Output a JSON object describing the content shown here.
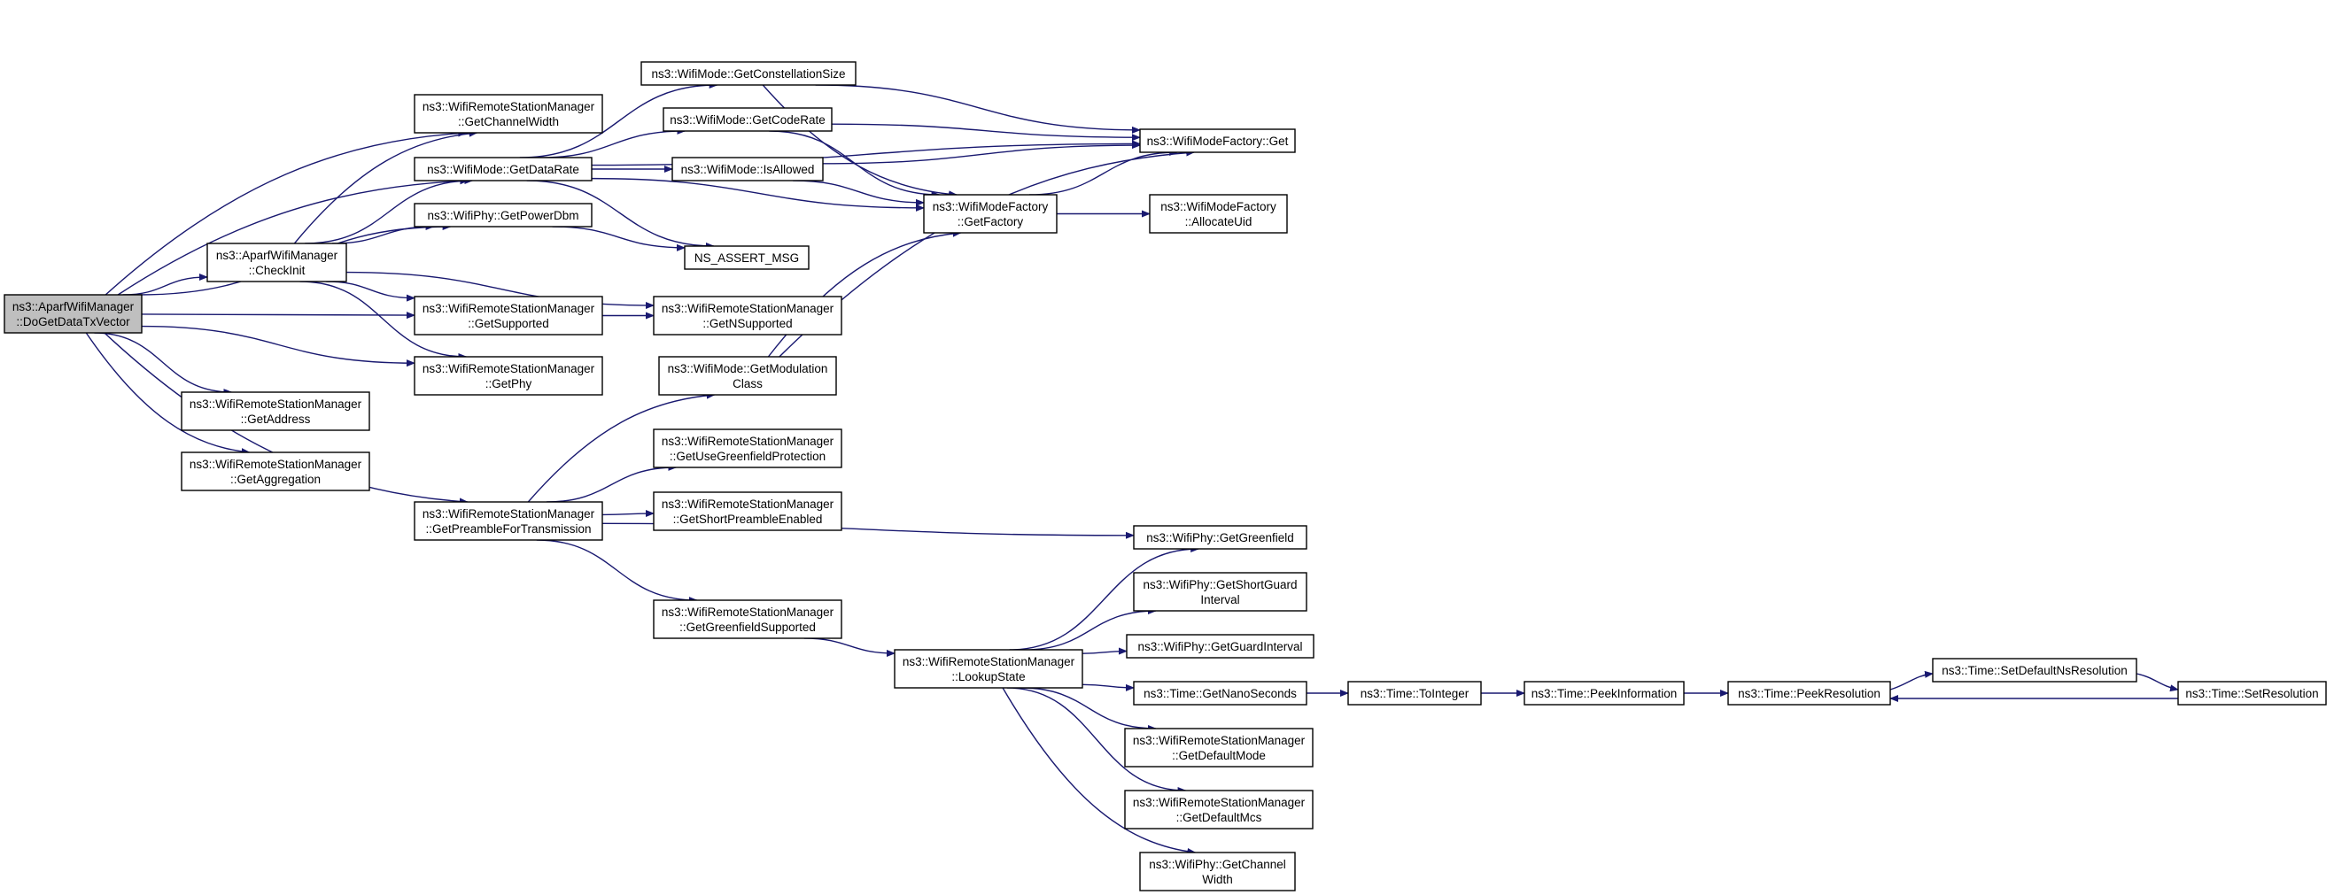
{
  "graph": {
    "colors": {
      "edge": "#191970",
      "node_border": "#000000",
      "root_fill": "#bfbfbf",
      "node_fill": "#ffffff"
    },
    "nodes": [
      {
        "id": "root",
        "lines": [
          "ns3::AparfWifiManager",
          "::DoGetDataTxVector"
        ],
        "root": true
      },
      {
        "id": "checkinit",
        "lines": [
          "ns3::AparfWifiManager",
          "::CheckInit"
        ]
      },
      {
        "id": "getaddress",
        "lines": [
          "ns3::WifiRemoteStationManager",
          "::GetAddress"
        ]
      },
      {
        "id": "getaggregation",
        "lines": [
          "ns3::WifiRemoteStationManager",
          "::GetAggregation"
        ]
      },
      {
        "id": "getchannelwidth",
        "lines": [
          "ns3::WifiRemoteStationManager",
          "::GetChannelWidth"
        ]
      },
      {
        "id": "getdatarate",
        "lines": [
          "ns3::WifiMode::GetDataRate"
        ]
      },
      {
        "id": "getpowerdbm",
        "lines": [
          "ns3::WifiPhy::GetPowerDbm"
        ]
      },
      {
        "id": "getsupported",
        "lines": [
          "ns3::WifiRemoteStationManager",
          "::GetSupported"
        ]
      },
      {
        "id": "getphy",
        "lines": [
          "ns3::WifiRemoteStationManager",
          "::GetPhy"
        ]
      },
      {
        "id": "getpreamble",
        "lines": [
          "ns3::WifiRemoteStationManager",
          "::GetPreambleForTransmission"
        ]
      },
      {
        "id": "getconstellation",
        "lines": [
          "ns3::WifiMode::GetConstellationSize"
        ]
      },
      {
        "id": "getcoderate",
        "lines": [
          "ns3::WifiMode::GetCodeRate"
        ]
      },
      {
        "id": "isallowed",
        "lines": [
          "ns3::WifiMode::IsAllowed"
        ]
      },
      {
        "id": "nsassert",
        "lines": [
          "NS_ASSERT_MSG"
        ]
      },
      {
        "id": "getnsupported",
        "lines": [
          "ns3::WifiRemoteStationManager",
          "::GetNSupported"
        ]
      },
      {
        "id": "getmodulation",
        "lines": [
          "ns3::WifiMode::GetModulation",
          "Class"
        ]
      },
      {
        "id": "getusegreenfield",
        "lines": [
          "ns3::WifiRemoteStationManager",
          "::GetUseGreenfieldProtection"
        ]
      },
      {
        "id": "getshortpreamble",
        "lines": [
          "ns3::WifiRemoteStationManager",
          "::GetShortPreambleEnabled"
        ]
      },
      {
        "id": "getgreenfieldsupported",
        "lines": [
          "ns3::WifiRemoteStationManager",
          "::GetGreenfieldSupported"
        ]
      },
      {
        "id": "factoryget",
        "lines": [
          "ns3::WifiModeFactory::Get"
        ]
      },
      {
        "id": "getfactory",
        "lines": [
          "ns3::WifiModeFactory",
          "::GetFactory"
        ]
      },
      {
        "id": "allocateuid",
        "lines": [
          "ns3::WifiModeFactory",
          "::AllocateUid"
        ]
      },
      {
        "id": "lookupstate",
        "lines": [
          "ns3::WifiRemoteStationManager",
          "::LookupState"
        ]
      },
      {
        "id": "phygreenfield",
        "lines": [
          "ns3::WifiPhy::GetGreenfield"
        ]
      },
      {
        "id": "physhortguard",
        "lines": [
          "ns3::WifiPhy::GetShortGuard",
          "Interval"
        ]
      },
      {
        "id": "phyguardinterval",
        "lines": [
          "ns3::WifiPhy::GetGuardInterval"
        ]
      },
      {
        "id": "getnanoseconds",
        "lines": [
          "ns3::Time::GetNanoSeconds"
        ]
      },
      {
        "id": "getdefaultmode",
        "lines": [
          "ns3::WifiRemoteStationManager",
          "::GetDefaultMode"
        ]
      },
      {
        "id": "getdefaultmcs",
        "lines": [
          "ns3::WifiRemoteStationManager",
          "::GetDefaultMcs"
        ]
      },
      {
        "id": "phychannelwidth",
        "lines": [
          "ns3::WifiPhy::GetChannel",
          "Width"
        ]
      },
      {
        "id": "tointeger",
        "lines": [
          "ns3::Time::ToInteger"
        ]
      },
      {
        "id": "peekinformation",
        "lines": [
          "ns3::Time::PeekInformation"
        ]
      },
      {
        "id": "peekresolution",
        "lines": [
          "ns3::Time::PeekResolution"
        ]
      },
      {
        "id": "setdefaultns",
        "lines": [
          "ns3::Time::SetDefaultNsResolution"
        ]
      },
      {
        "id": "setresolution",
        "lines": [
          "ns3::Time::SetResolution"
        ]
      }
    ],
    "edges": [
      [
        "root",
        "getchannelwidth"
      ],
      [
        "root",
        "getdatarate"
      ],
      [
        "root",
        "getpowerdbm"
      ],
      [
        "root",
        "checkinit"
      ],
      [
        "root",
        "getsupported"
      ],
      [
        "root",
        "getphy"
      ],
      [
        "root",
        "getaddress"
      ],
      [
        "root",
        "getaggregation"
      ],
      [
        "root",
        "getpreamble"
      ],
      [
        "checkinit",
        "getchannelwidth"
      ],
      [
        "checkinit",
        "getdatarate"
      ],
      [
        "checkinit",
        "getpowerdbm"
      ],
      [
        "checkinit",
        "getsupported"
      ],
      [
        "checkinit",
        "getnsupported"
      ],
      [
        "checkinit",
        "getphy"
      ],
      [
        "getdatarate",
        "getconstellation"
      ],
      [
        "getdatarate",
        "getcoderate"
      ],
      [
        "getdatarate",
        "isallowed"
      ],
      [
        "getdatarate",
        "factoryget"
      ],
      [
        "getdatarate",
        "getfactory"
      ],
      [
        "getdatarate",
        "nsassert"
      ],
      [
        "getpowerdbm",
        "nsassert"
      ],
      [
        "getsupported",
        "getnsupported"
      ],
      [
        "getconstellation",
        "factoryget"
      ],
      [
        "getconstellation",
        "getfactory"
      ],
      [
        "getcoderate",
        "factoryget"
      ],
      [
        "getcoderate",
        "getfactory"
      ],
      [
        "isallowed",
        "factoryget"
      ],
      [
        "isallowed",
        "getfactory"
      ],
      [
        "getfactory",
        "factoryget"
      ],
      [
        "getfactory",
        "allocateuid"
      ],
      [
        "getmodulation",
        "getfactory"
      ],
      [
        "getmodulation",
        "factoryget"
      ],
      [
        "getpreamble",
        "getmodulation"
      ],
      [
        "getpreamble",
        "getusegreenfield"
      ],
      [
        "getpreamble",
        "getshortpreamble"
      ],
      [
        "getpreamble",
        "phygreenfield"
      ],
      [
        "getpreamble",
        "getgreenfieldsupported"
      ],
      [
        "getgreenfieldsupported",
        "lookupstate"
      ],
      [
        "lookupstate",
        "phygreenfield"
      ],
      [
        "lookupstate",
        "physhortguard"
      ],
      [
        "lookupstate",
        "phyguardinterval"
      ],
      [
        "lookupstate",
        "getnanoseconds"
      ],
      [
        "lookupstate",
        "getdefaultmode"
      ],
      [
        "lookupstate",
        "getdefaultmcs"
      ],
      [
        "lookupstate",
        "phychannelwidth"
      ],
      [
        "getnanoseconds",
        "tointeger"
      ],
      [
        "tointeger",
        "peekinformation"
      ],
      [
        "peekinformation",
        "peekresolution"
      ],
      [
        "peekresolution",
        "setdefaultns"
      ],
      [
        "setdefaultns",
        "setresolution"
      ],
      [
        "setresolution",
        "peekresolution"
      ]
    ]
  }
}
